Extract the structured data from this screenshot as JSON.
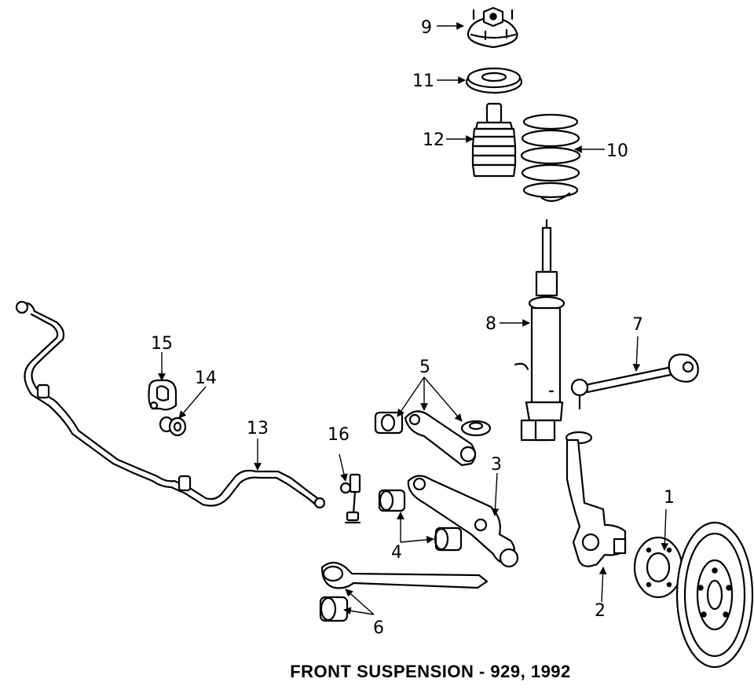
{
  "diagram": {
    "caption": "FRONT SUSPENSION - 929, 1992",
    "callouts": [
      "1",
      "2",
      "3",
      "4",
      "5",
      "6",
      "7",
      "8",
      "9",
      "10",
      "11",
      "12",
      "13",
      "14",
      "15",
      "16"
    ]
  }
}
